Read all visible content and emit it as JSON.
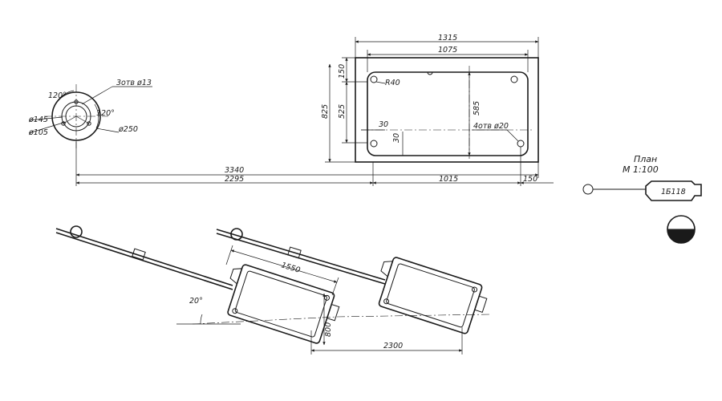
{
  "flange": {
    "angle_top": "120°",
    "angle_right": "120°",
    "holes": "3отв ø13",
    "d_outer": "ø250",
    "d_bolt": "ø145",
    "d_inner": "ø105"
  },
  "foundation": {
    "width_total": "1315",
    "width_inner": "1075",
    "height_total": "825",
    "h_150": "150",
    "h_525": "525",
    "h_585": "585",
    "d_30_a": "30",
    "d_30_b": "30",
    "radius": "R40",
    "holes": "4отв ø20"
  },
  "base_dims": {
    "d_3340": "3340",
    "d_2295": "2295",
    "d_1015": "1015",
    "d_150": "150"
  },
  "plan": {
    "title": "План",
    "scale": "М 1:100",
    "machine": "1Б118"
  },
  "layout_dims": {
    "d_1550": "1550",
    "d_800": "800",
    "d_2300": "2300",
    "angle": "20°"
  }
}
